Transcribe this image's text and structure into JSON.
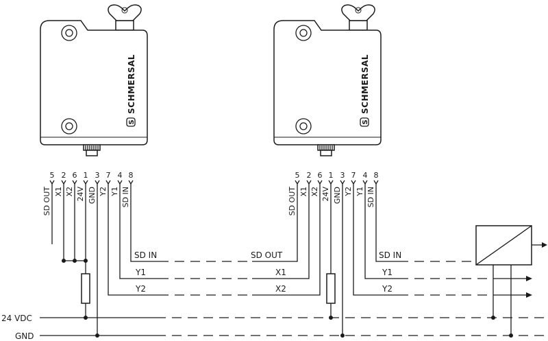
{
  "device": {
    "brand": "SCHMERSAL",
    "logo_letter": "S"
  },
  "pins": [
    {
      "num": "5",
      "label": "SD OUT"
    },
    {
      "num": "2",
      "label": "X1"
    },
    {
      "num": "6",
      "label": "X2"
    },
    {
      "num": "1",
      "label": "24V"
    },
    {
      "num": "3",
      "label": "GND"
    },
    {
      "num": "7",
      "label": "Y2"
    },
    {
      "num": "4",
      "label": "Y1"
    },
    {
      "num": "8",
      "label": "SD IN"
    }
  ],
  "signals": {
    "sd_in": "SD IN",
    "sd_out": "SD OUT",
    "y1": "Y1",
    "x1": "X1",
    "y2": "Y2",
    "x2": "X2"
  },
  "rails": {
    "vdc": "24 VDC",
    "gnd": "GND"
  },
  "colors": {
    "line": "#1a1a1a",
    "background": "#ffffff"
  },
  "icons": [
    "wing-knob-icon",
    "mounting-hole-icon",
    "connector-icon",
    "evaluation-unit-icon",
    "fuse-icon",
    "arrow-right-icon"
  ]
}
